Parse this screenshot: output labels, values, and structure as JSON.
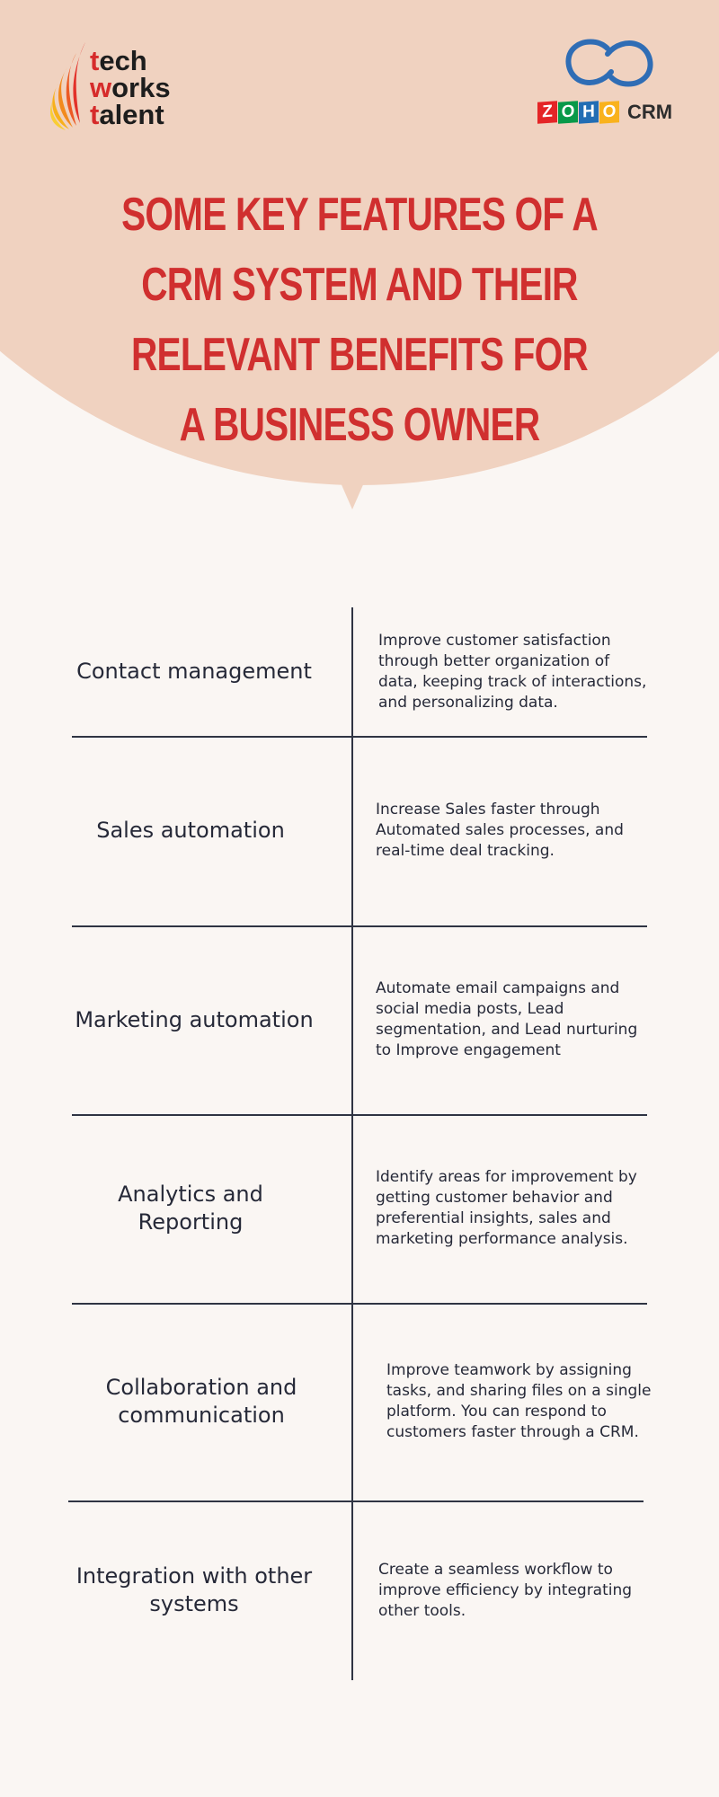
{
  "logos": {
    "left": {
      "lines": [
        "tech",
        "works",
        "talent"
      ],
      "icon": "flame-wing-icon"
    },
    "right": {
      "zoho_letters": [
        "Z",
        "O",
        "H",
        "O"
      ],
      "crm_label": "CRM",
      "icon": "interlocked-rings-icon"
    }
  },
  "title": "SOME KEY FEATURES OF A CRM SYSTEM AND THEIR RELEVANT BENEFITS FOR A BUSINESS OWNER",
  "colors": {
    "background": "#faf6f3",
    "hero": "#f0d2c0",
    "title": "#d02f2f",
    "text": "#262938",
    "line": "#2f3443",
    "zoho_letters": [
      "#e42527",
      "#089949",
      "#226db4",
      "#f9b21d"
    ]
  },
  "features": [
    {
      "name": "Contact management",
      "benefit": "Improve customer satisfaction through better organization of data, keeping track of interactions, and personalizing data."
    },
    {
      "name": "Sales automation",
      "benefit": "Increase Sales faster through Automated sales processes, and real-time deal tracking."
    },
    {
      "name": "Marketing automation",
      "benefit": "Automate email campaigns and social media posts, Lead segmentation, and Lead nurturing to Improve engagement"
    },
    {
      "name": "Analytics and Reporting",
      "benefit": "Identify areas for improvement by getting customer behavior and preferential insights, sales and marketing performance analysis."
    },
    {
      "name": "Collaboration and communication",
      "benefit": "Improve teamwork by assigning tasks, and sharing files on a single platform. You can respond to customers faster through a CRM."
    },
    {
      "name": "Integration with other systems",
      "benefit": "Create a seamless workflow to improve efficiency by integrating other tools."
    }
  ]
}
